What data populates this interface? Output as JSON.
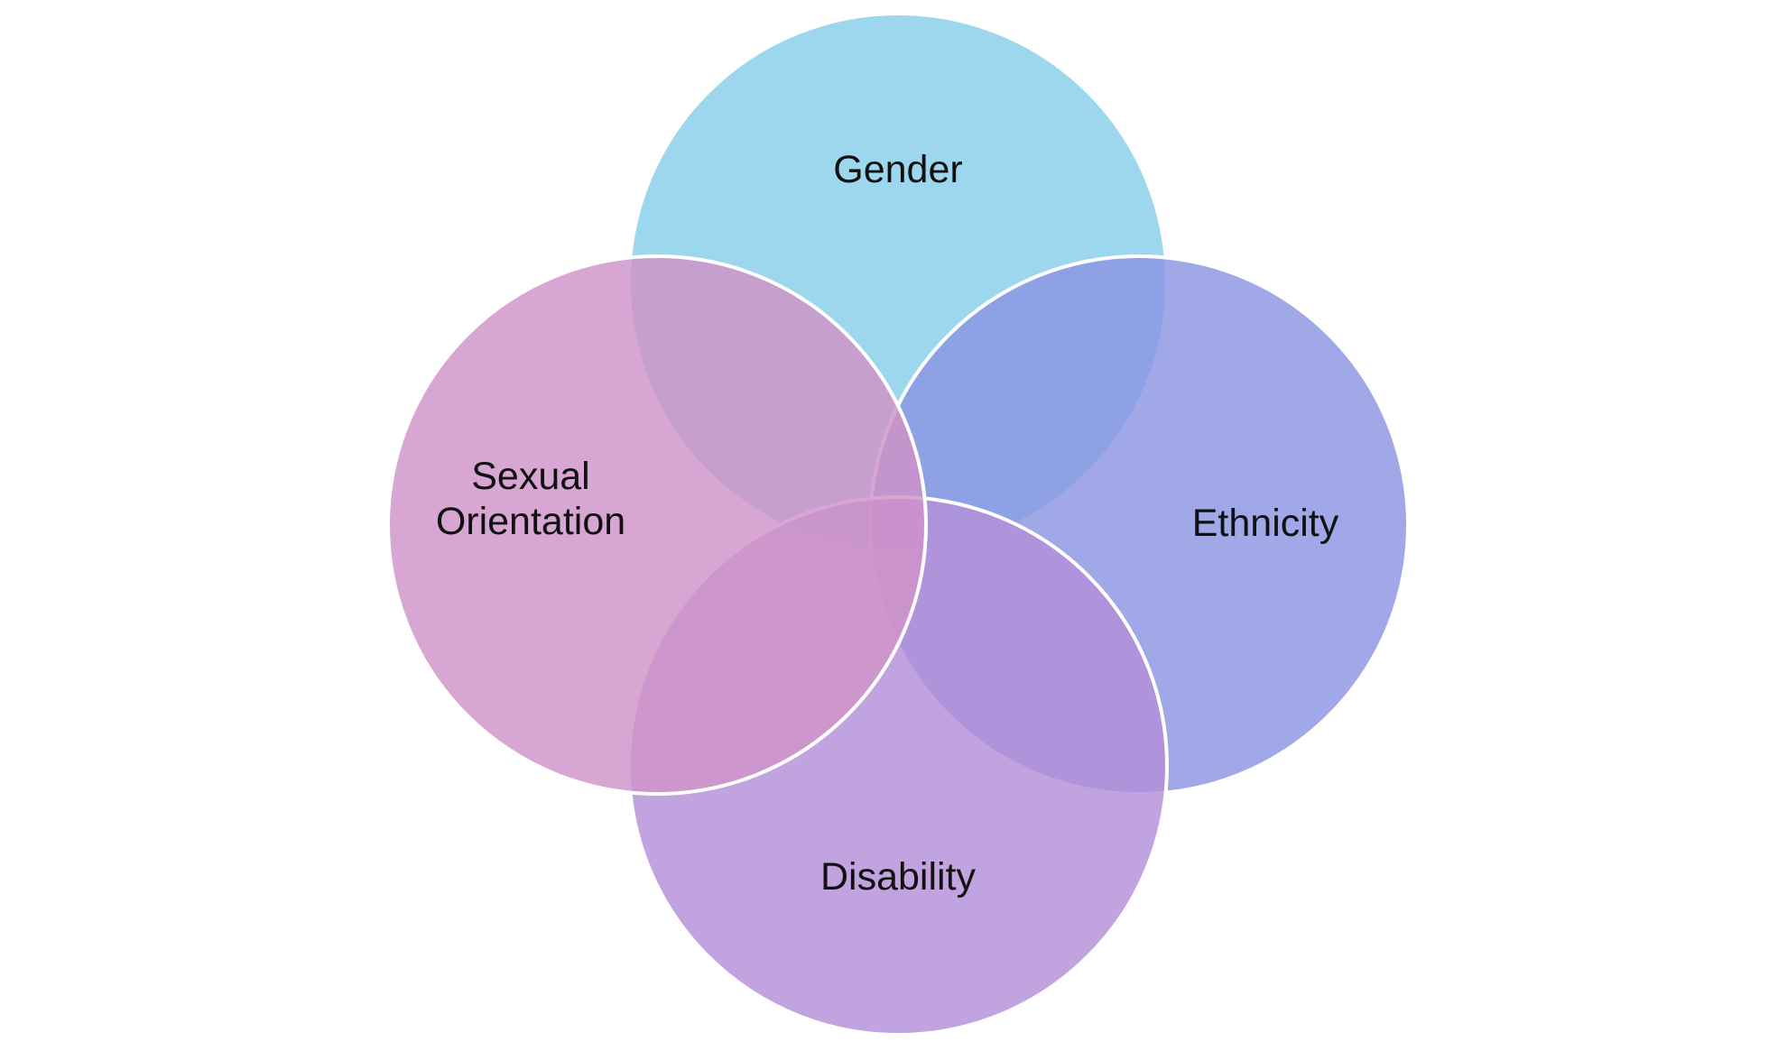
{
  "diagram": {
    "type": "venn",
    "sets": [
      {
        "id": "gender",
        "label_lines": [
          "Gender"
        ],
        "color": "#87ceea",
        "outline": "#ffffff"
      },
      {
        "id": "ethnicity",
        "label_lines": [
          "Ethnicity"
        ],
        "color": "#8b95e2",
        "outline": "#ffffff"
      },
      {
        "id": "disability",
        "label_lines": [
          "Disability"
        ],
        "color": "#b390d8",
        "outline": "#ffffff"
      },
      {
        "id": "sexual-orientation",
        "label_lines": [
          "Sexual",
          "Orientation"
        ],
        "color": "#cf93c8",
        "outline": "#ffffff"
      }
    ]
  }
}
